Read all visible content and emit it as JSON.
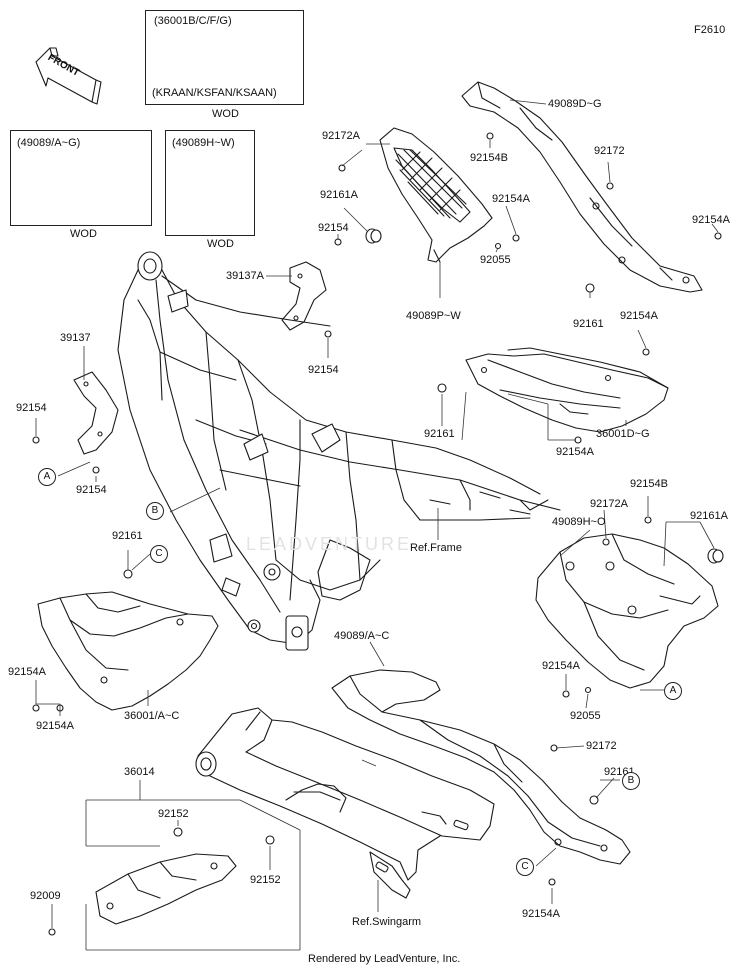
{
  "diagram_code": "F2610",
  "front_label": "FRONT",
  "footer": "Rendered by LeadVenture, Inc.",
  "watermark": "LEADVENTURE",
  "variant_boxes": [
    {
      "part": "(36001B/C/F/G)",
      "models": "(KRAAN/KSFAN/KSAAN)",
      "note": "WOD"
    },
    {
      "part": "(49089/A~G)",
      "note": "WOD"
    },
    {
      "part": "(49089H~W)",
      "note": "WOD"
    }
  ],
  "labels": {
    "l_49089DG": "49089D~G",
    "l_92172A_top": "92172A",
    "l_92154B_top": "92154B",
    "l_92172_top": "92172",
    "l_92161A_top": "92161A",
    "l_92154A_mid": "92154A",
    "l_92154A_right": "92154A",
    "l_92154_top": "92154",
    "l_39137A": "39137A",
    "l_92055_top": "92055",
    "l_49089PW": "49089P~W",
    "l_92161_top": "92161",
    "l_92154A_r2": "92154A",
    "l_39137": "39137",
    "l_92154_mid": "92154",
    "l_92154_left": "92154",
    "l_92161_center": "92161",
    "l_36001DG": "36001D~G",
    "l_92154A_c2": "92154A",
    "l_92154_lower": "92154",
    "l_92154B_r": "92154B",
    "l_92172A_r": "92172A",
    "l_92161A_r": "92161A",
    "l_49089HO": "49089H~O",
    "l_ref_frame": "Ref.Frame",
    "l_92161_left": "92161",
    "l_92154A_left": "92154A",
    "l_92154A_left2": "92154A",
    "l_36001AC": "36001/A~C",
    "l_49089AC": "49089/A~C",
    "l_92154A_r3": "92154A",
    "l_92055_r": "92055",
    "l_36014": "36014",
    "l_92172_r": "92172",
    "l_92161_r": "92161",
    "l_92152_a": "92152",
    "l_92152_b": "92152",
    "l_92009": "92009",
    "l_ref_swingarm": "Ref.Swingarm",
    "l_92154A_bottom": "92154A"
  },
  "callouts": {
    "c_A_left": "A",
    "c_B_left": "B",
    "c_C_left": "C",
    "c_A_right": "A",
    "c_B_right": "B",
    "c_C_right": "C"
  }
}
